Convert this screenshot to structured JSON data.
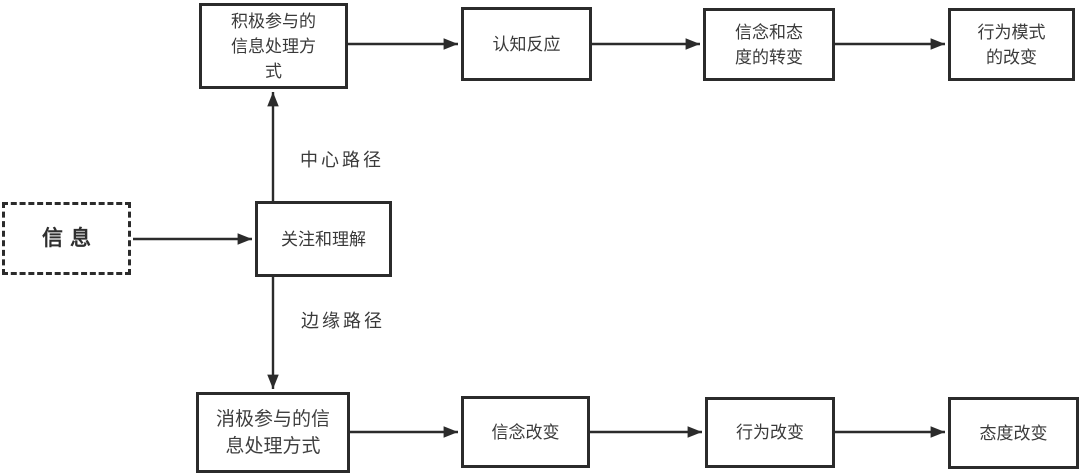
{
  "diagram": {
    "nodes": {
      "information": {
        "label": "信息"
      },
      "attention": {
        "label": "关注和理解"
      },
      "active_processing": {
        "label": "积极参与的\n信息处理方\n式"
      },
      "cognitive_response": {
        "label": "认知反应"
      },
      "belief_attitude_shift": {
        "label": "信念和态\n度的转变"
      },
      "behavior_pattern_change": {
        "label": "行为模式\n的改变"
      },
      "passive_processing": {
        "label": "消极参与的信\n息处理方式"
      },
      "belief_change": {
        "label": "信念改变"
      },
      "behavior_change": {
        "label": "行为改变"
      },
      "attitude_change": {
        "label": "态度改变"
      }
    },
    "routes": {
      "central": "中心路径",
      "peripheral": "边缘路径"
    },
    "colors": {
      "stroke": "#2b2b2b",
      "text": "#3a3a3a",
      "background": "#ffffff"
    }
  }
}
